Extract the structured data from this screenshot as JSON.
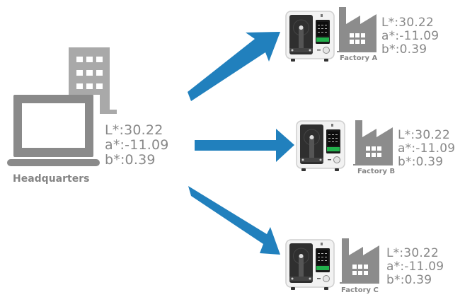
{
  "headquarters": {
    "label": "Headquarters",
    "values": {
      "L": "L*:30.22",
      "a": "a*:-11.09",
      "b": "b*:0.39"
    },
    "icons": [
      "office-building-icon",
      "laptop-icon"
    ]
  },
  "arrows": {
    "color": "#2180bd",
    "targets": [
      "Factory A",
      "Factory B",
      "Factory C"
    ]
  },
  "factories": [
    {
      "label": "Factory A",
      "values": {
        "L": "L*:30.22",
        "a": "a*:-11.09",
        "b": "b*:0.39"
      }
    },
    {
      "label": "Factory B",
      "values": {
        "L": "L*:30.22",
        "a": "a*:-11.09",
        "b": "b*:0.39"
      }
    },
    {
      "label": "Factory C",
      "values": {
        "L": "L*:30.22",
        "a": "a*:-11.09",
        "b": "b*:0.39"
      }
    }
  ],
  "colors": {
    "icon_gray": "#999999",
    "text_gray": "#888888",
    "arrow_blue": "#2180bd",
    "screen_green": "#22b14c"
  }
}
